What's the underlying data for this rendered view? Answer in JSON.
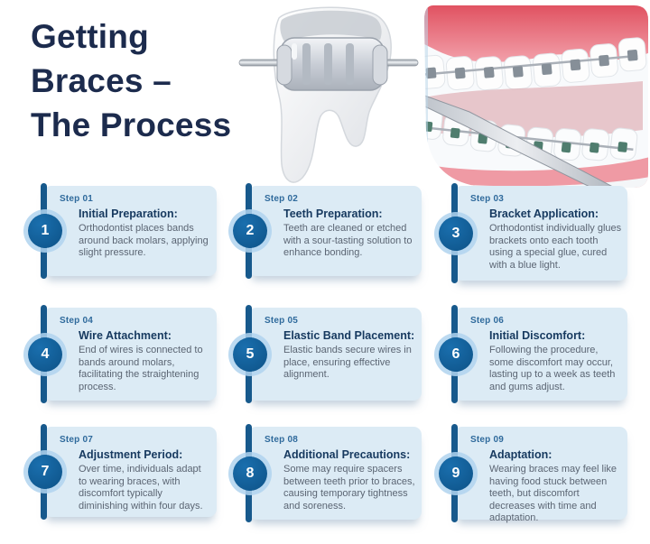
{
  "header": {
    "title_lines": [
      "Getting",
      "Braces –",
      "The Process"
    ]
  },
  "illustrations": {
    "tooth_bracket": "molar-tooth-with-metal-bracket-and-archwire",
    "braces_model": "dental-model-with-braces-and-dental-probe-photo"
  },
  "colors": {
    "title_navy": "#1c2b4d",
    "bar_blue": "#17598c",
    "circle_blue": "#0d5287",
    "circle_halo": "#b0d4ee",
    "card_background": "#dcebf5",
    "step_label_blue": "#2f6a9c",
    "step_title_navy": "#16395f",
    "body_gray": "#5b6573",
    "gum_pink": "#e8808d"
  },
  "steps": [
    {
      "number": "1",
      "label": "Step 01",
      "title": "Initial Preparation:",
      "description": "Orthodontist places bands around back molars, applying slight pressure."
    },
    {
      "number": "2",
      "label": "Step 02",
      "title": "Teeth Preparation:",
      "description": "Teeth are cleaned or etched with a sour-tasting solution to enhance bonding."
    },
    {
      "number": "3",
      "label": "Step 03",
      "title": "Bracket Application:",
      "description": "Orthodontist individually glues brackets onto each tooth using a special glue, cured with a blue light."
    },
    {
      "number": "4",
      "label": "Step 04",
      "title": "Wire Attachment:",
      "description": "End of wires is connected to bands around molars, facilitating the straightening process."
    },
    {
      "number": "5",
      "label": "Step 05",
      "title": "Elastic Band Placement:",
      "description": "Elastic bands secure wires in place, ensuring effective alignment."
    },
    {
      "number": "6",
      "label": "Step 06",
      "title": "Initial Discomfort:",
      "description": "Following the procedure, some discomfort may occur, lasting up to a week as teeth and gums adjust."
    },
    {
      "number": "7",
      "label": "Step 07",
      "title": "Adjustment Period:",
      "description": "Over time, individuals adapt to wearing braces, with discomfort typically diminishing within four days."
    },
    {
      "number": "8",
      "label": "Step 08",
      "title": "Additional Precautions:",
      "description": "Some may require spacers between teeth prior to braces, causing temporary tightness and soreness."
    },
    {
      "number": "9",
      "label": "Step 09",
      "title": "Adaptation:",
      "description": "Wearing braces may feel like having food stuck between teeth, but discomfort decreases with time and adaptation."
    }
  ]
}
